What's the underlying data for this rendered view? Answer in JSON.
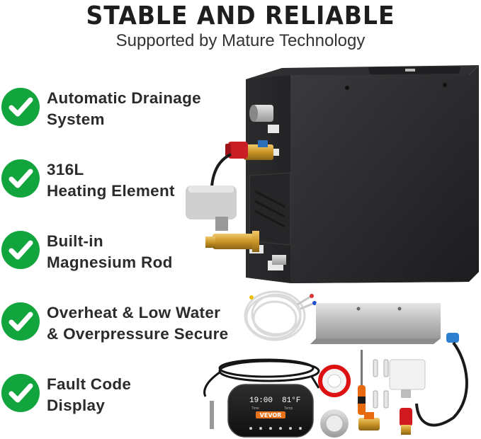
{
  "header": {
    "title": "STABLE AND RELIABLE",
    "subtitle": "Supported by Mature Technology"
  },
  "features": [
    {
      "line1": "Automatic Drainage",
      "line2": "System"
    },
    {
      "line1": "316L",
      "line2": "Heating Element"
    },
    {
      "line1": "Built-in",
      "line2": "Magnesium Rod"
    },
    {
      "line1": "Overheat & Low Water",
      "line2": "& Overpressure Secure"
    },
    {
      "line1": "Fault Code",
      "line2": "Display"
    }
  ],
  "control_panel": {
    "brand": "VEVOR",
    "time_value": "19:00",
    "temp_value": "81°F",
    "time_label": "Time",
    "temp_label": "Temp"
  },
  "colors": {
    "check_green": "#12a53d",
    "generator_body": "#2a2a2c",
    "brand_orange": "#e8731c"
  }
}
